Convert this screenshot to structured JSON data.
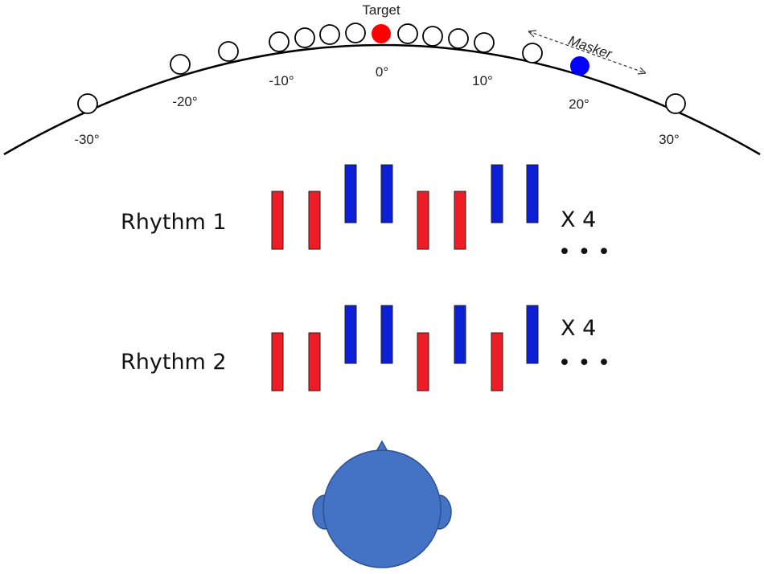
{
  "arc": {
    "target_label": "Target",
    "masker_label": "Masker",
    "angle_labels": [
      "-30°",
      "-20°",
      "-10°",
      "0°",
      "10°",
      "20°",
      "30°"
    ],
    "colors": {
      "target": "#ff0000",
      "masker": "#0000ff",
      "speaker": "#ffffff",
      "stroke": "#000000"
    }
  },
  "rhythms": [
    {
      "label": "Rhythm 1",
      "repeat": "X 4",
      "continuation": "• • •",
      "pattern": [
        "low",
        "low",
        "high",
        "high",
        "low",
        "low",
        "high",
        "high"
      ]
    },
    {
      "label": "Rhythm 2",
      "repeat": "X 4",
      "continuation": "• • •",
      "pattern": [
        "low",
        "low",
        "high",
        "high",
        "low",
        "high",
        "low",
        "high"
      ]
    }
  ],
  "bar_colors": {
    "low": "#ee1c24",
    "high": "#0b1fd6",
    "outline": "#222222"
  },
  "listener": {
    "color": "#4472c4",
    "outline": "#2f528f"
  }
}
